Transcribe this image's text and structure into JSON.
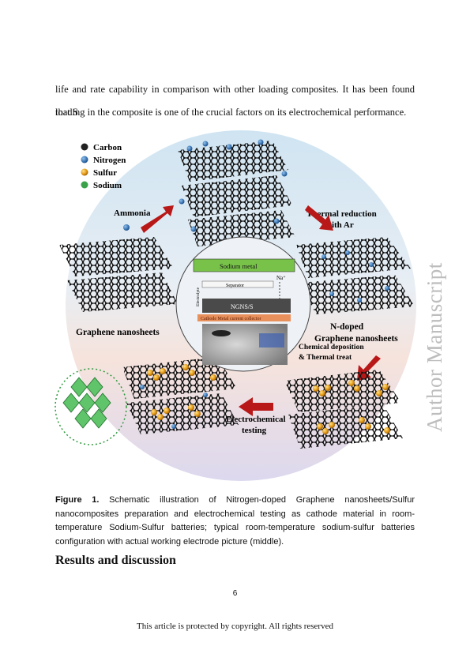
{
  "body": {
    "para_line1": "life and rate capability in comparison with other loading composites. It has been found that S",
    "para_line2": "loading in the composite is one of the crucial factors on its electrochemical performance."
  },
  "watermark": "Author Manuscript",
  "figure": {
    "legend": [
      "Carbon",
      "Nitrogen",
      "Sulfur",
      "Sodium"
    ],
    "legend_colors": [
      "#222222",
      "#1f5fa8",
      "#e0a020",
      "#3aa34a"
    ],
    "labels": {
      "ammonia": "Ammonia",
      "thermal_reduction_1": "Thermal reduction",
      "thermal_reduction_2": "with Ar",
      "graphene": "Graphene nanosheets",
      "ndoped_1": "N-doped",
      "ndoped_2": "Graphene nanosheets",
      "chem_dep_1": "Chemical deposition",
      "chem_dep_2": "& Thermal treat",
      "electrochem_1": "Electrochemical",
      "electrochem_2": "testing"
    },
    "cell": {
      "sodium_metal": "Sodium metal",
      "na_plus": "Na⁺",
      "separator": "Separator",
      "electrolyte": "Electrolyte",
      "ngns": "NGNS/S",
      "collector": "Cathode Metal current collector"
    }
  },
  "caption": {
    "label": "Figure 1.",
    "text": " Schematic illustration of Nitrogen-doped Graphene nanosheets/Sulfur nanocomposites preparation and electrochemical testing as cathode material in room-temperature Sodium-Sulfur batteries; typical room-temperature sodium-sulfur batteries configuration with actual working electrode picture (middle)."
  },
  "heading": "Results and discussion",
  "page_number": "6",
  "footer": "This article is protected by copyright. All rights reserved"
}
